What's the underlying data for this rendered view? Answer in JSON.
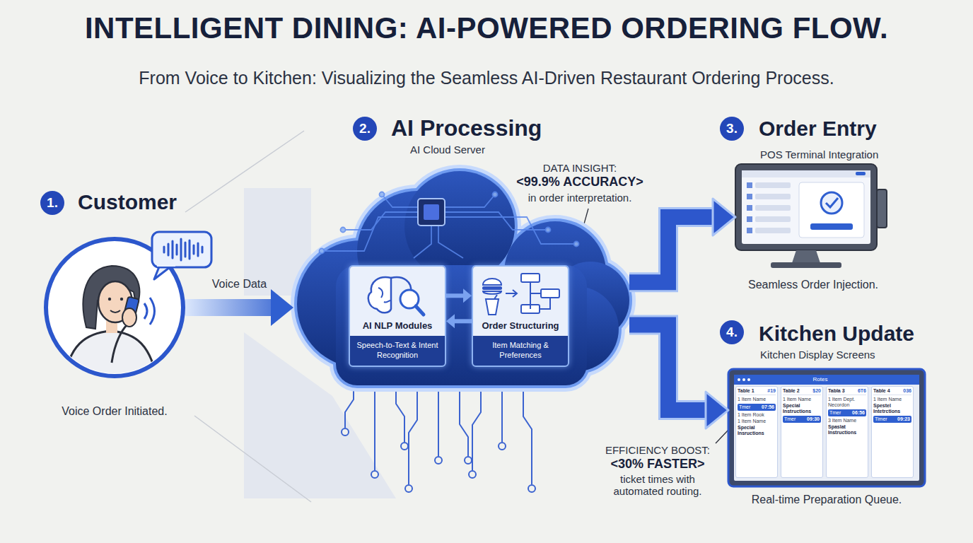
{
  "diagram": {
    "title": "INTELLIGENT DINING: AI-POWERED ORDERING FLOW.",
    "caption": "From Voice to Kitchen: Visualizing the Seamless AI-Driven Restaurant Ordering Process.",
    "nodes": [
      {
        "text": [
          "Customer",
          "Voice Order Initiated."
        ]
      },
      {
        "text": [
          "AI Processing",
          "AI Cloud Server"
        ]
      },
      {
        "text": [
          "AI NLP Modules",
          "Speech-to-Text & Intent Recognition"
        ],
        "in": 1
      },
      {
        "text": [
          "Order Structuring",
          "Item Matching & Preferences"
        ],
        "in": 1
      },
      {
        "text": [
          "Order Entry",
          "POS Terminal Integration",
          "Seamless Order Injection."
        ]
      },
      {
        "text": [
          "Kitchen Update",
          "Kitchen Display Screens",
          "Real-time Preparation Queue."
        ]
      }
    ],
    "edges": [
      {
        "from": 0,
        "to": 1,
        "label": "Voice Data",
        "arrow": "to"
      },
      {
        "from": 2,
        "to": 3,
        "arrow": "to"
      },
      {
        "from": 3,
        "to": 2,
        "arrow": "to"
      },
      {
        "from": 1,
        "to": 4,
        "arrow": "to"
      },
      {
        "from": 1,
        "to": 5,
        "arrow": "to"
      }
    ],
    "labels": [
      "1.",
      "2.",
      "DATA INSIGHT:",
      "<99.9% ACCURACY>",
      "in order interpretation.",
      "3.",
      "4.",
      "EFFICIENCY BOOST:",
      "<30% FASTER>",
      "ticket times with automated routing.",
      "Rotes",
      "Table 1",
      "#19",
      "1 Item Name",
      "Tmer",
      "07:56",
      "1 Item Rook",
      "1 Item Name",
      "Special Insructions",
      "Table 2",
      "$20",
      "1 Item Name",
      "Special Instructions",
      "Tmer",
      "09:30",
      "Tabla 3",
      "6T6",
      "1 Item Dept. Necordon",
      "Tmer",
      "06:56",
      "3 Item Name",
      "Spaslat Instructions",
      "Table 4",
      "036",
      "1 Item Name",
      "Spestel Intetrctions",
      "Timer",
      "09:23"
    ]
  }
}
